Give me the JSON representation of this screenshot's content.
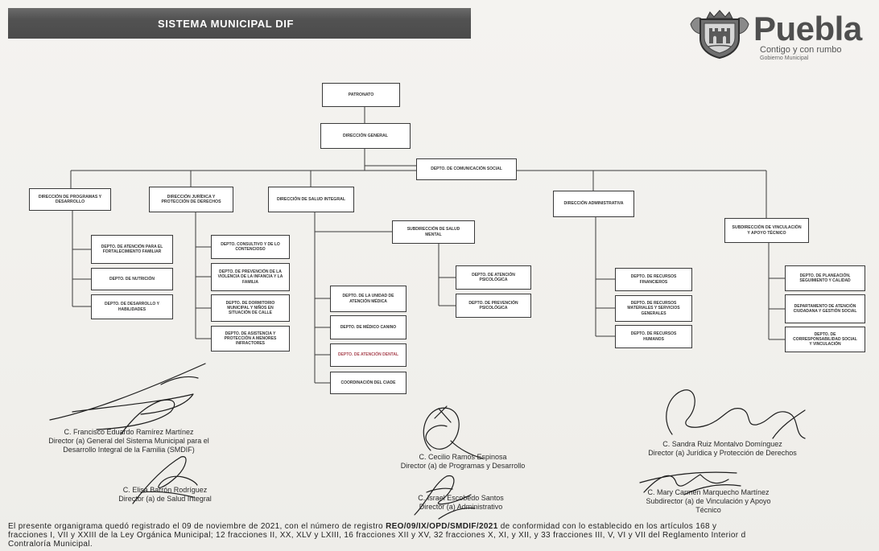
{
  "colors": {
    "banner": "#525252",
    "ink": "#2b2b2b",
    "red_ink": "#a8424e"
  },
  "header": {
    "title": "SISTEMA MUNICIPAL DIF"
  },
  "logo": {
    "name": "Puebla",
    "tagline": "Contigo y con rumbo",
    "subtitle": "Gobierno Municipal",
    "icon": "puebla-seal-icon"
  },
  "org": {
    "patronato": "PATRONATO",
    "direccion_general": "DIRECCIÓN GENERAL",
    "comunicacion_social": "DEPTO. DE COMUNICACIÓN SOCIAL",
    "branches": [
      {
        "label": "DIRECCIÓN DE PROGRAMAS Y DESARROLLO",
        "children": [
          "DEPTO. DE ATENCIÓN PARA EL FORTALECIMIENTO FAMILIAR",
          "DEPTO. DE NUTRICIÓN",
          "DEPTO. DE DESARROLLO Y HABILIDADES"
        ]
      },
      {
        "label": "DIRECCIÓN JURÍDICA Y PROTECCIÓN DE DERECHOS",
        "children": [
          "DEPTO. CONSULTIVO Y DE LO CONTENCIOSO",
          "DEPTO. DE PREVENCIÓN DE LA VIOLENCIA DE LA INFANCIA Y LA FAMILIA",
          "DEPTO. DE DORMITORIO MUNICIPAL Y NIÑOS EN SITUACIÓN DE CALLE",
          "DEPTO. DE ASISTENCIA Y PROTECCIÓN A MENORES INFRACTORES"
        ]
      },
      {
        "label": "DIRECCIÓN DE SALUD INTEGRAL",
        "sub": {
          "label": "SUBDIRECCIÓN DE SALUD MENTAL",
          "children": [
            "DEPTO. DE ATENCIÓN PSICOLÓGICA",
            "DEPTO. DE PREVENCIÓN PSICOLÓGICA"
          ]
        },
        "children": [
          "DEPTO. DE LA UNIDAD DE ATENCIÓN MÉDICA",
          "DEPTO. DE MÉDICO CANINO",
          "DEPTO. DE ATENCIÓN DENTAL",
          "COORDINACIÓN DEL CIADE"
        ]
      },
      {
        "label": "DIRECCIÓN ADMINISTRATIVA",
        "children": [
          "DEPTO. DE RECURSOS FINANCIEROS",
          "DEPTO. DE RECURSOS MATERIALES Y SERVICIOS GENERALES",
          "DEPTO. DE RECURSOS HUMANOS"
        ]
      },
      {
        "label": "SUBDIRECCIÓN DE VINCULACIÓN Y APOYO TÉCNICO",
        "children": [
          "DEPTO. DE PLANEACIÓN, SEGUIMIENTO Y CALIDAD",
          "DEPARTAMENTO DE ATENCIÓN CIUDADANA Y GESTIÓN SOCIAL",
          "DEPTO. DE CORRESPONSABILIDAD SOCIAL Y VINCULACIÓN"
        ]
      }
    ]
  },
  "signatures": [
    {
      "name": "C. Francisco Eduardo Ramírez Martínez",
      "title": [
        "Director (a) General del Sistema Municipal para el",
        "Desarrollo Integral de la Familia (SMDIF)"
      ]
    },
    {
      "name": "C. Elisa Barrón Rodríguez",
      "title": [
        "Director (a) de Salud Integral"
      ]
    },
    {
      "name": "C. Cecilio Ramos Espinosa",
      "title": [
        "Director (a) de Programas y Desarrollo"
      ]
    },
    {
      "name": "C. Israel Escobedo Santos",
      "title": [
        "Director (a) Administrativo"
      ]
    },
    {
      "name": "C. Sandra Ruiz Montalvo Domínguez",
      "title": [
        "Director (a) Jurídica y Protección de Derechos"
      ]
    },
    {
      "name": "C. Mary Carmen Marquecho Martínez",
      "title": [
        "Subdirector (a) de Vinculación y Apoyo",
        "Técnico"
      ]
    }
  ],
  "footer": {
    "line1_before": "El presente organigrama quedó registrado el 09 de noviembre de 2021, con el número de registro ",
    "registro": "REO/09/IX/OPD/SMDIF/2021",
    "line1_after": " de conformidad con lo establecido en los artículos 168 y",
    "line2": "fracciones I, VII y XXIII de la Ley Orgánica Municipal; 12 fracciones II, XX, XLV y LXIII, 16 fracciones XII y XV, 32 fracciones X, XI, y XII, y 33 fracciones III, V, VI y VII del Reglamento Interior d",
    "line3": "Contraloría Municipal."
  }
}
